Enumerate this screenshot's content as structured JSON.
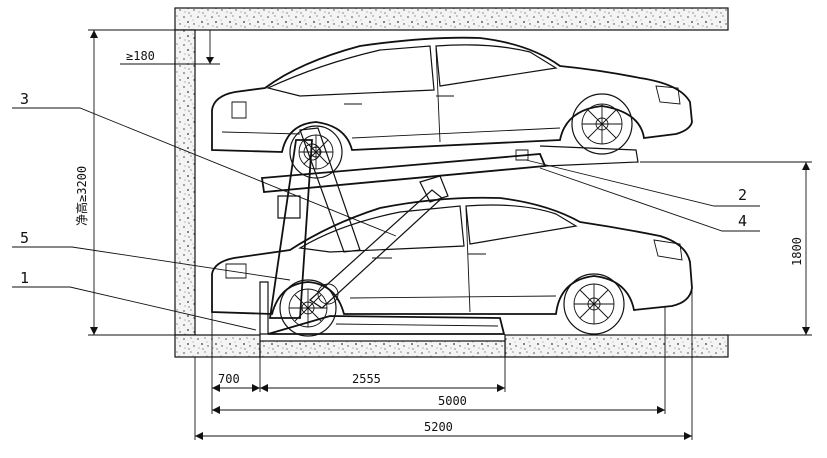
{
  "callouts": {
    "c1": "1",
    "c2": "2",
    "c3": "3",
    "c4": "4",
    "c5": "5"
  },
  "dimensions": {
    "top_gap": "≥180",
    "clear_height": "净高≥3200",
    "upper_height": "1800",
    "front_offset": "700",
    "ramp_length": "2555",
    "car_length": "5000",
    "pit_length": "5200"
  }
}
